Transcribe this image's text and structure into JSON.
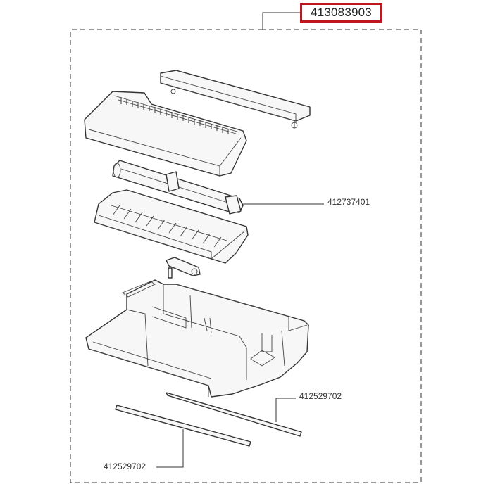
{
  "diagram": {
    "assembly_number": "413083903",
    "highlight_color": "#c0171f",
    "parts": [
      {
        "number": "412737401"
      },
      {
        "number": "412529702"
      },
      {
        "number": "412529702"
      }
    ]
  }
}
